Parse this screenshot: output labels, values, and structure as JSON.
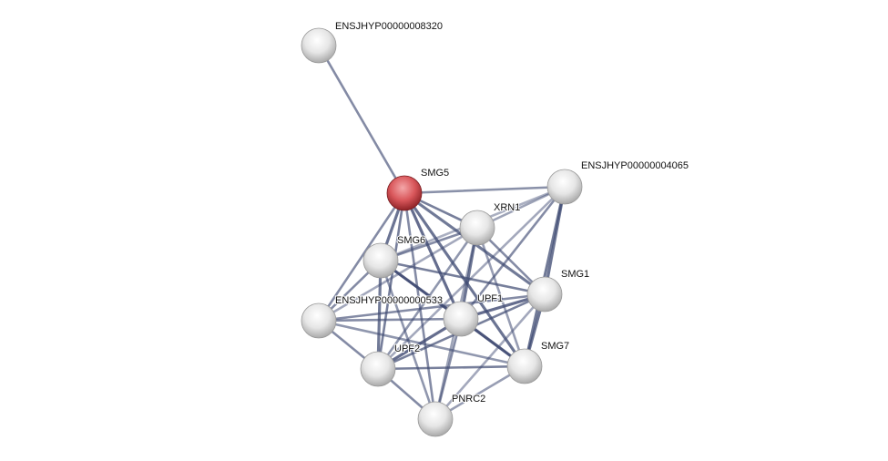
{
  "network": {
    "query_color": "#d9575b",
    "node_color": "#e8e8e8",
    "edge_color": "#3f4a72",
    "nodes": [
      {
        "id": "n8320",
        "label": "ENSJHYP00000008320",
        "query": false
      },
      {
        "id": "SMG5",
        "label": "SMG5",
        "query": true
      },
      {
        "id": "n4065",
        "label": "ENSJHYP00000004065",
        "query": false
      },
      {
        "id": "XRN1",
        "label": "XRN1",
        "query": false
      },
      {
        "id": "SMG6",
        "label": "SMG6",
        "query": false
      },
      {
        "id": "SMG1",
        "label": "SMG1",
        "query": false
      },
      {
        "id": "n533",
        "label": "ENSJHYP00000000533",
        "query": false
      },
      {
        "id": "UPF1",
        "label": "UPF1",
        "query": false
      },
      {
        "id": "UPF2",
        "label": "UPF2",
        "query": false
      },
      {
        "id": "SMG7",
        "label": "SMG7",
        "query": false
      },
      {
        "id": "PNRC2",
        "label": "PNRC2",
        "query": false
      }
    ],
    "edges": [
      [
        "n8320",
        "SMG5",
        0.6
      ],
      [
        "SMG5",
        "n4065",
        0.55
      ],
      [
        "SMG5",
        "XRN1",
        0.7
      ],
      [
        "SMG5",
        "SMG6",
        0.8
      ],
      [
        "SMG5",
        "SMG1",
        0.75
      ],
      [
        "SMG5",
        "n533",
        0.6
      ],
      [
        "SMG5",
        "UPF1",
        0.85
      ],
      [
        "SMG5",
        "UPF2",
        0.7
      ],
      [
        "SMG5",
        "SMG7",
        0.8
      ],
      [
        "SMG5",
        "PNRC2",
        0.6
      ],
      [
        "n4065",
        "XRN1",
        0.4
      ],
      [
        "n4065",
        "SMG6",
        0.3
      ],
      [
        "n4065",
        "SMG1",
        0.8
      ],
      [
        "n4065",
        "UPF1",
        0.6
      ],
      [
        "n4065",
        "UPF2",
        0.35
      ],
      [
        "n4065",
        "SMG7",
        0.75
      ],
      [
        "XRN1",
        "SMG6",
        0.6
      ],
      [
        "XRN1",
        "n533",
        0.35
      ],
      [
        "XRN1",
        "UPF1",
        0.8
      ],
      [
        "XRN1",
        "UPF2",
        0.5
      ],
      [
        "XRN1",
        "SMG1",
        0.6
      ],
      [
        "XRN1",
        "SMG7",
        0.45
      ],
      [
        "XRN1",
        "PNRC2",
        0.4
      ],
      [
        "SMG6",
        "UPF1",
        0.95
      ],
      [
        "SMG6",
        "SMG1",
        0.7
      ],
      [
        "SMG6",
        "n533",
        0.6
      ],
      [
        "SMG6",
        "UPF2",
        0.75
      ],
      [
        "SMG6",
        "SMG7",
        0.6
      ],
      [
        "SMG6",
        "PNRC2",
        0.5
      ],
      [
        "SMG1",
        "UPF1",
        0.85
      ],
      [
        "SMG1",
        "n533",
        0.6
      ],
      [
        "SMG1",
        "UPF2",
        0.7
      ],
      [
        "SMG1",
        "SMG7",
        0.8
      ],
      [
        "SMG1",
        "PNRC2",
        0.35
      ],
      [
        "n533",
        "UPF1",
        0.6
      ],
      [
        "n533",
        "UPF2",
        0.6
      ],
      [
        "n533",
        "SMG7",
        0.5
      ],
      [
        "UPF1",
        "UPF2",
        0.85
      ],
      [
        "UPF1",
        "SMG7",
        0.95
      ],
      [
        "UPF1",
        "PNRC2",
        0.6
      ],
      [
        "UPF2",
        "SMG7",
        0.7
      ],
      [
        "UPF2",
        "PNRC2",
        0.6
      ],
      [
        "SMG7",
        "PNRC2",
        0.45
      ]
    ]
  }
}
